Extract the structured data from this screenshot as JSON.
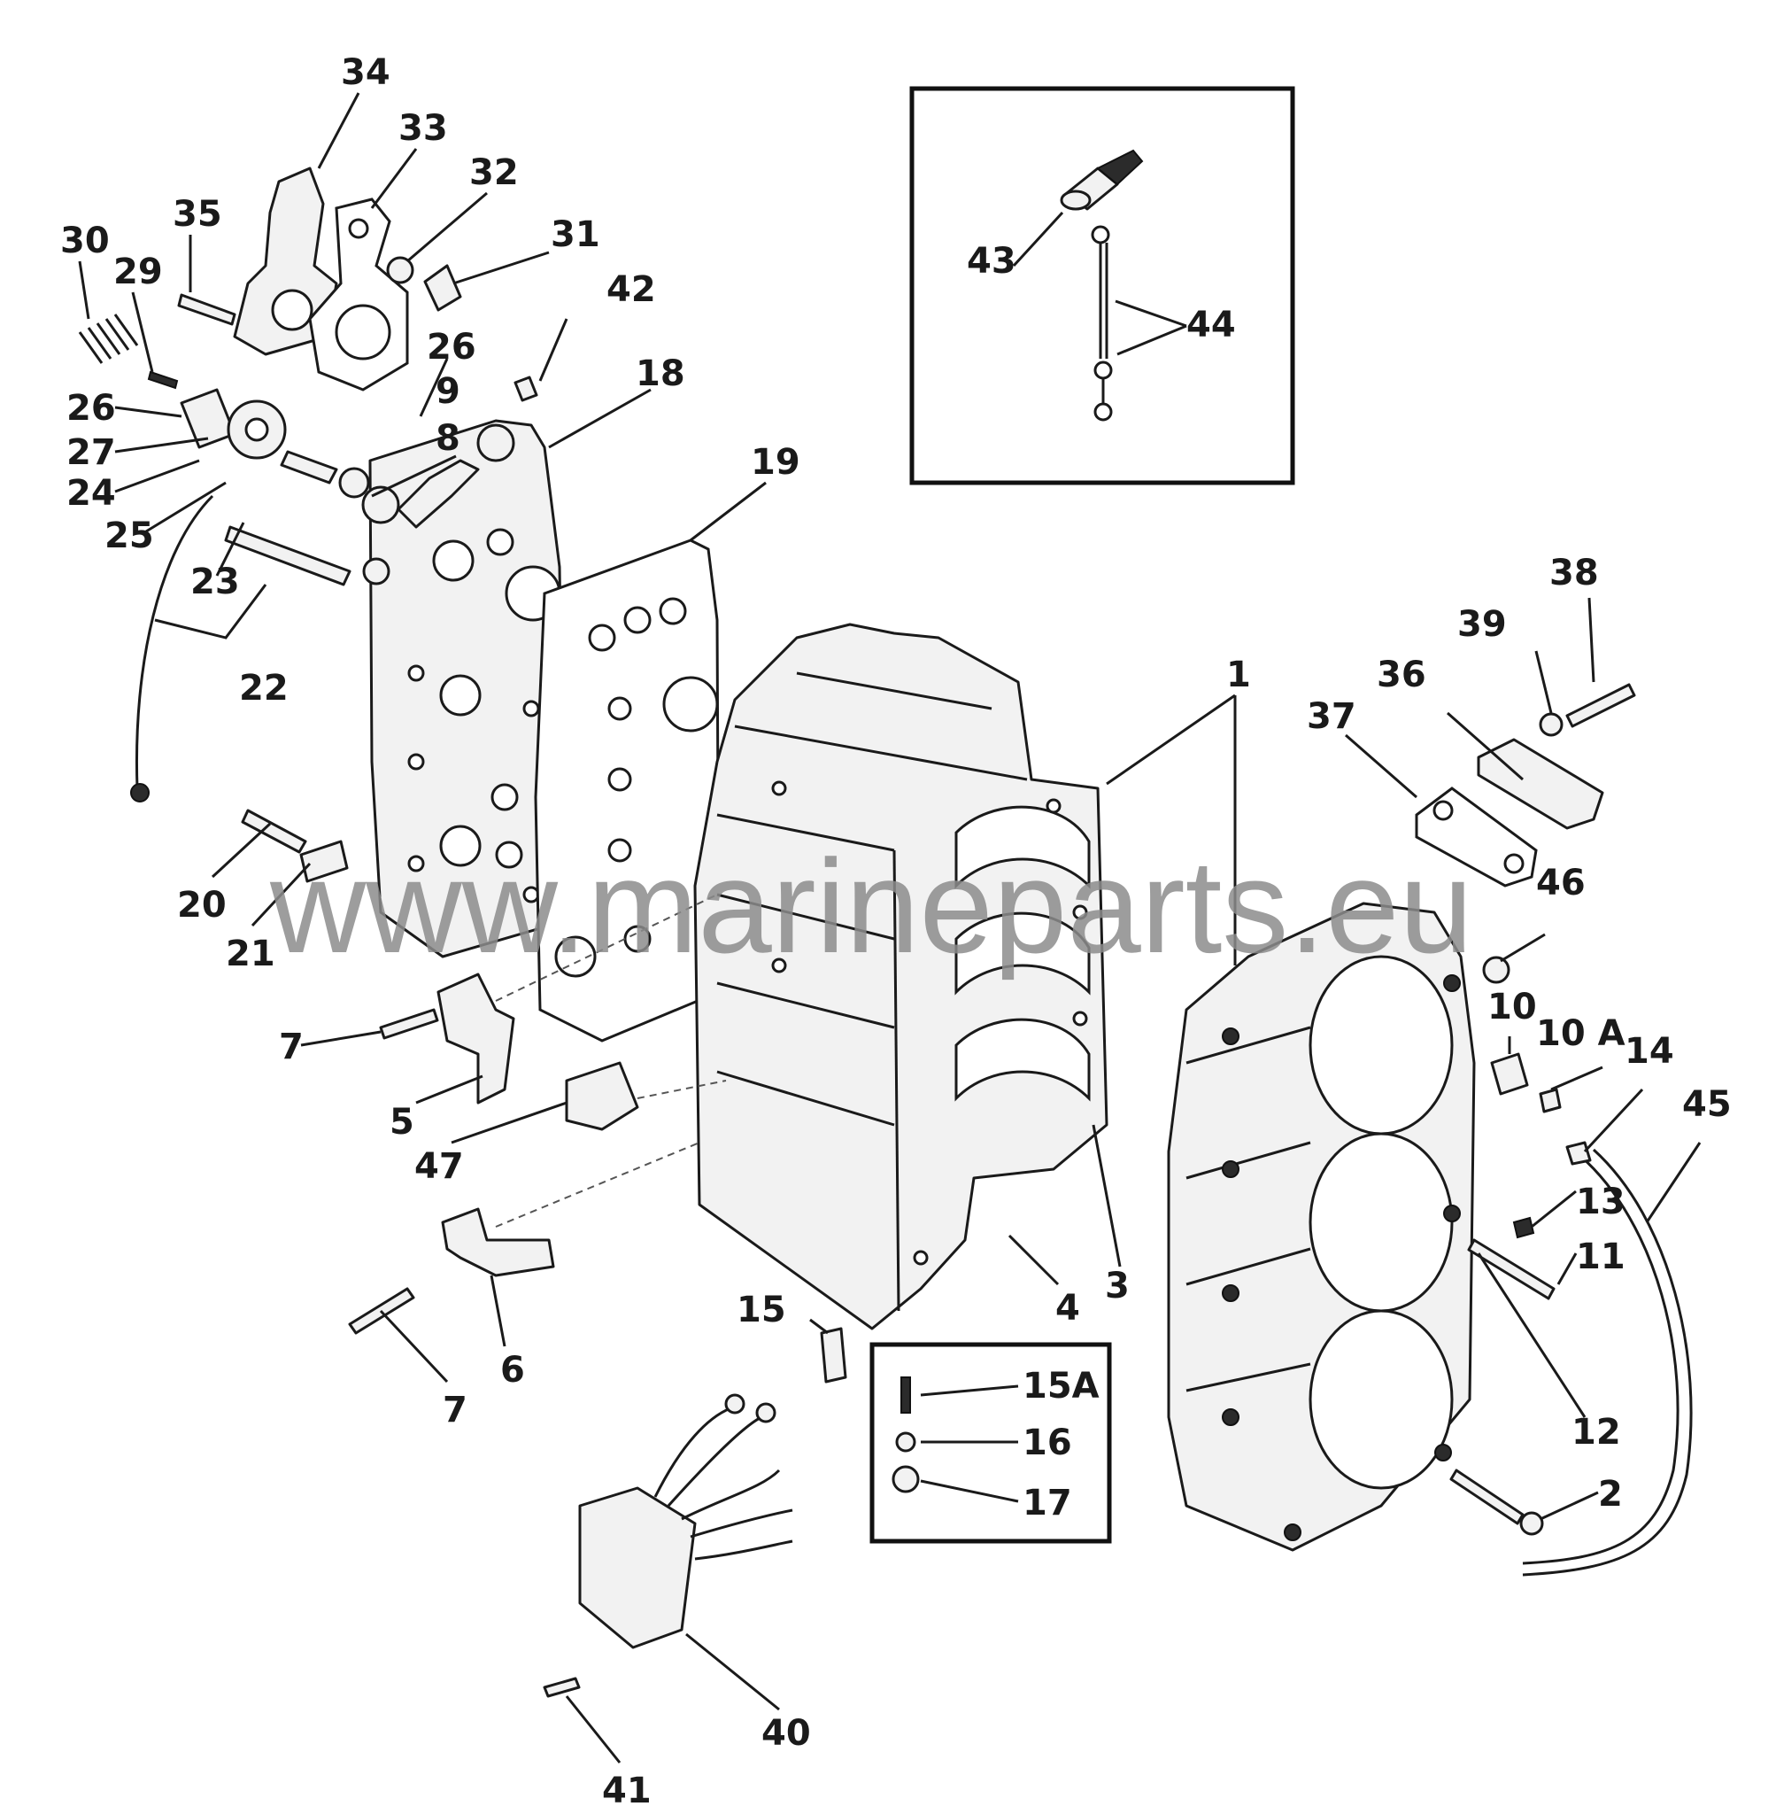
{
  "watermark": "www.marineparts.eu",
  "callouts": {
    "c1": "1",
    "c2": "2",
    "c3": "3",
    "c4": "4",
    "c5": "5",
    "c6": "6",
    "c7a": "7",
    "c7b": "7",
    "c8": "8",
    "c9": "9",
    "c10": "10",
    "c10a": "10 A",
    "c11": "11",
    "c12": "12",
    "c13": "13",
    "c14": "14",
    "c15": "15",
    "c15a": "15A",
    "c16": "16",
    "c17": "17",
    "c18": "18",
    "c19": "19",
    "c20": "20",
    "c21": "21",
    "c22": "22",
    "c23": "23",
    "c24": "24",
    "c25": "25",
    "c26a": "26",
    "c26b": "26",
    "c27": "27",
    "c29": "29",
    "c30": "30",
    "c31": "31",
    "c32": "32",
    "c33": "33",
    "c34": "34",
    "c35": "35",
    "c36": "36",
    "c37": "37",
    "c38": "38",
    "c39": "39",
    "c40": "40",
    "c41": "41",
    "c42": "42",
    "c43": "43",
    "c44": "44",
    "c45": "45",
    "c46": "46",
    "c47": "47"
  }
}
